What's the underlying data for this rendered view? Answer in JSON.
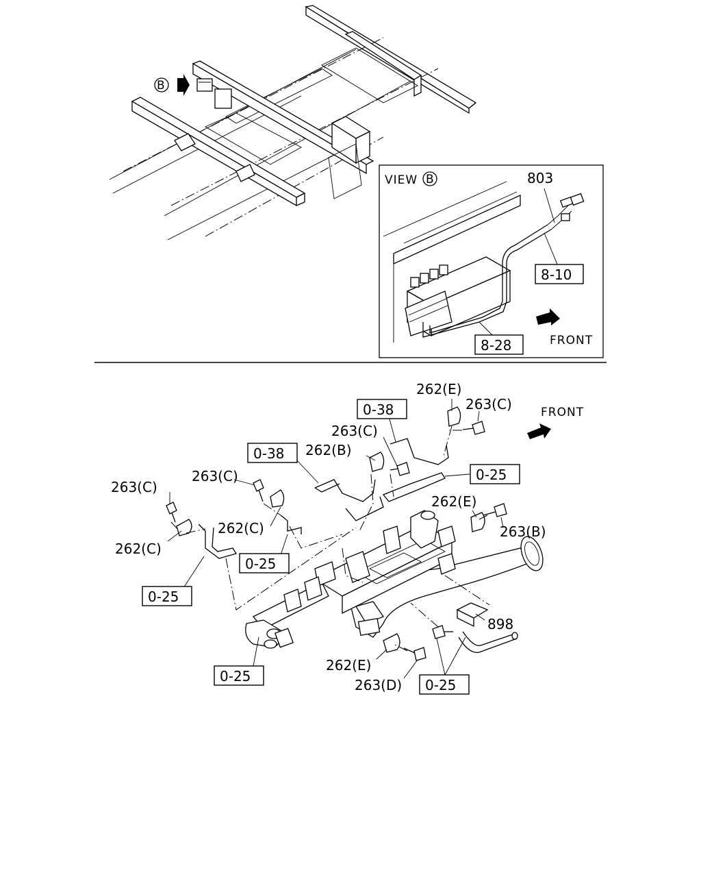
{
  "labels": {
    "view_b": "VIEW",
    "b_marker": "B",
    "front_top": "FRONT",
    "front_bottom": "FRONT",
    "p803": "803",
    "p8_10": "8-10",
    "p8_28": "8-28",
    "p0_38_a": "0-38",
    "p0_38_b": "0-38",
    "p262e_top": "262(E)",
    "p263c_top": "263(C)",
    "p263c_mid": "263(C)",
    "p262b": "262(B)",
    "p263c_left2": "263(C)",
    "p263c_left": "263(C)",
    "p0_25_right": "0-25",
    "p262e_right": "262(E)",
    "p263b": "263(B)",
    "p262c_mid": "262(C)",
    "p262c_left": "262(C)",
    "p0_25_mid": "0-25",
    "p0_25_left": "0-25",
    "p898": "898",
    "p262e_bottom": "262(E)",
    "p263d": "263(D)",
    "p0_25_bottom_left": "0-25",
    "p0_25_bottom_right": "0-25"
  }
}
